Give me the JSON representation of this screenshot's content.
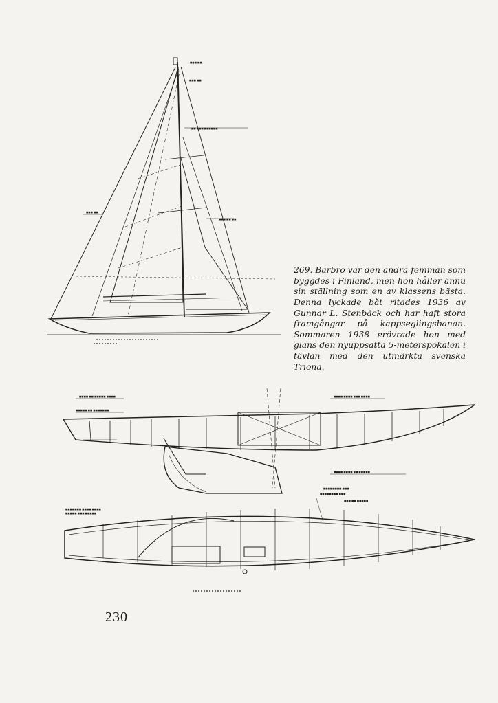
{
  "caption": "269. Barbro var den andra femman som byggdes i Finland, men hon håller ännu sin ställning som en av klassens bästa. Denna lyckade båt ritades 1936 av Gunnar L. Stenbäck och har haft stora framgångar på kappseglingsbanan. Sommaren 1938 erövrade hon med glans den nyuppsatta 5-meterspokalen i tävlan med den utmärkta svenska Triona.",
  "page_number": "230",
  "figures": {
    "sail_plan": "sail-plan-drawing",
    "profile": "hull-profile-drawing",
    "deck_plan": "deck-plan-drawing"
  }
}
